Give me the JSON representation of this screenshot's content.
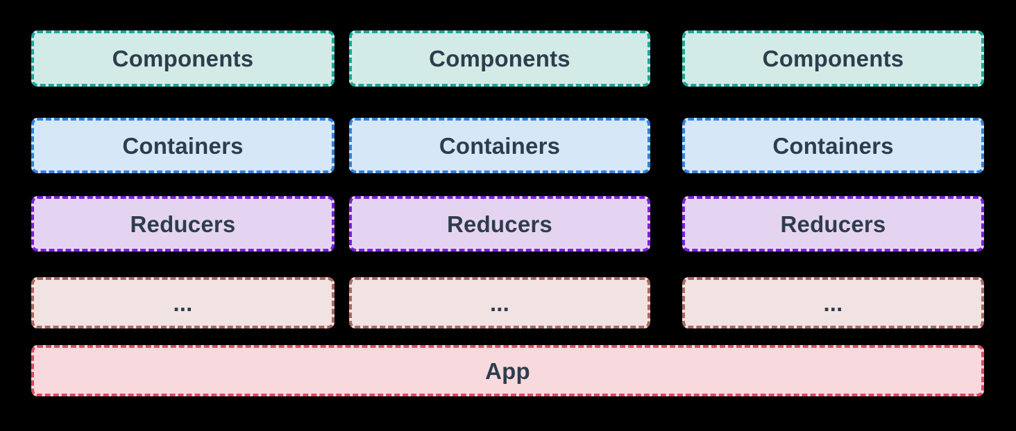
{
  "theme": {
    "background": "#000000",
    "text_color": "#2e3d4d"
  },
  "diagram": {
    "type": "architecture-layers",
    "columns": 3,
    "layers": [
      {
        "label": "Components",
        "fill": "#d2ebe6",
        "border": "#19a898"
      },
      {
        "label": "Containers",
        "fill": "#d6e7f8",
        "border": "#2e81d9"
      },
      {
        "label": "Reducers",
        "fill": "#e4d4f1",
        "border": "#7b1ed8"
      },
      {
        "label": "...",
        "fill": "#f1e3e1",
        "border": "#ab6762"
      }
    ],
    "app": {
      "label": "App",
      "fill": "#f8d9de",
      "border": "#db4a60"
    }
  }
}
